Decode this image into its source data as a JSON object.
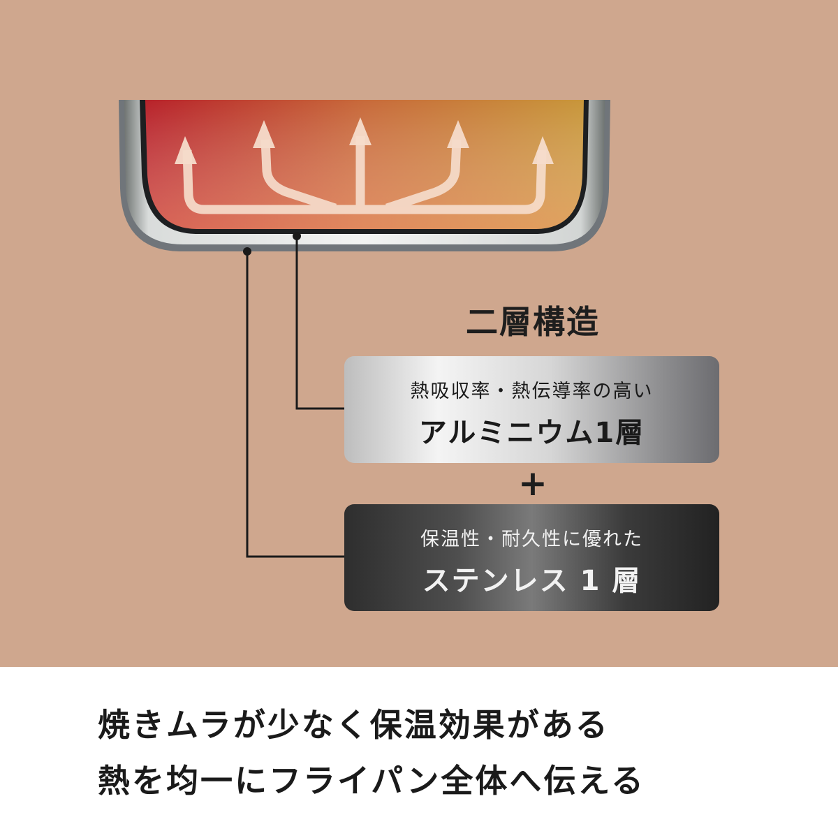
{
  "diagram": {
    "title": "二層構造",
    "layers": [
      {
        "sub": "熱吸収率・熱伝導率の高い",
        "main": "アルミニウム1層"
      },
      {
        "sub": "保温性・耐久性に優れた",
        "main": "ステンレス 1 層"
      }
    ],
    "plus": "+"
  },
  "caption": {
    "line1": "焼きムラが少なく保温効果がある",
    "line2": "熱を均一にフライパン全体へ伝える"
  },
  "colors": {
    "background": "#cfa78e",
    "heat_left": "#b8222a",
    "heat_right": "#c8963a"
  }
}
